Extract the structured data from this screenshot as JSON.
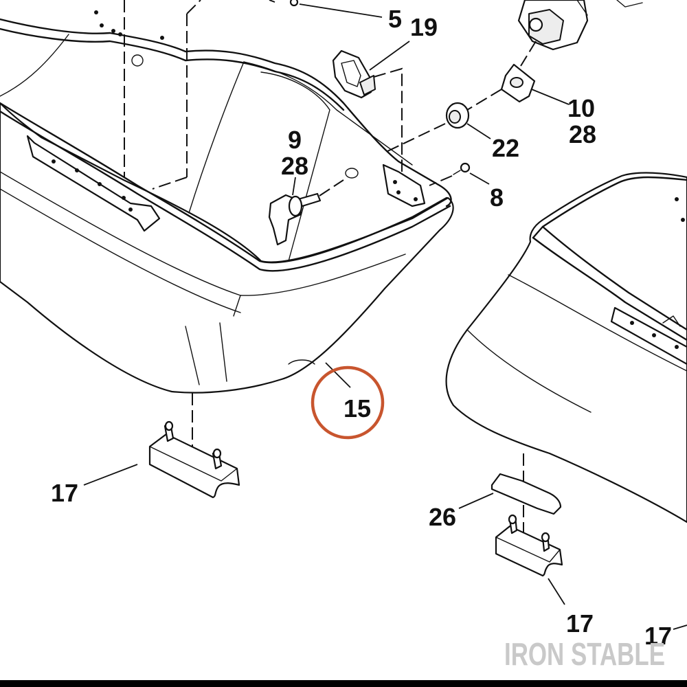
{
  "diagram": {
    "callouts": {
      "c5": "5",
      "c19": "19",
      "c10": "10",
      "c28a": "28",
      "c22": "22",
      "c9": "9",
      "c28b": "28",
      "c8": "8",
      "c15": "15",
      "c17a": "17",
      "c26": "26",
      "c17b": "17",
      "c17c": "17"
    },
    "highlighted_callout": "15",
    "highlight_color": "#c8552e",
    "watermark": "IRON STABLE",
    "colors": {
      "line": "#111111",
      "background": "#ffffff",
      "watermark": "#c9c9c9",
      "bottom_bar": "#000000"
    }
  }
}
